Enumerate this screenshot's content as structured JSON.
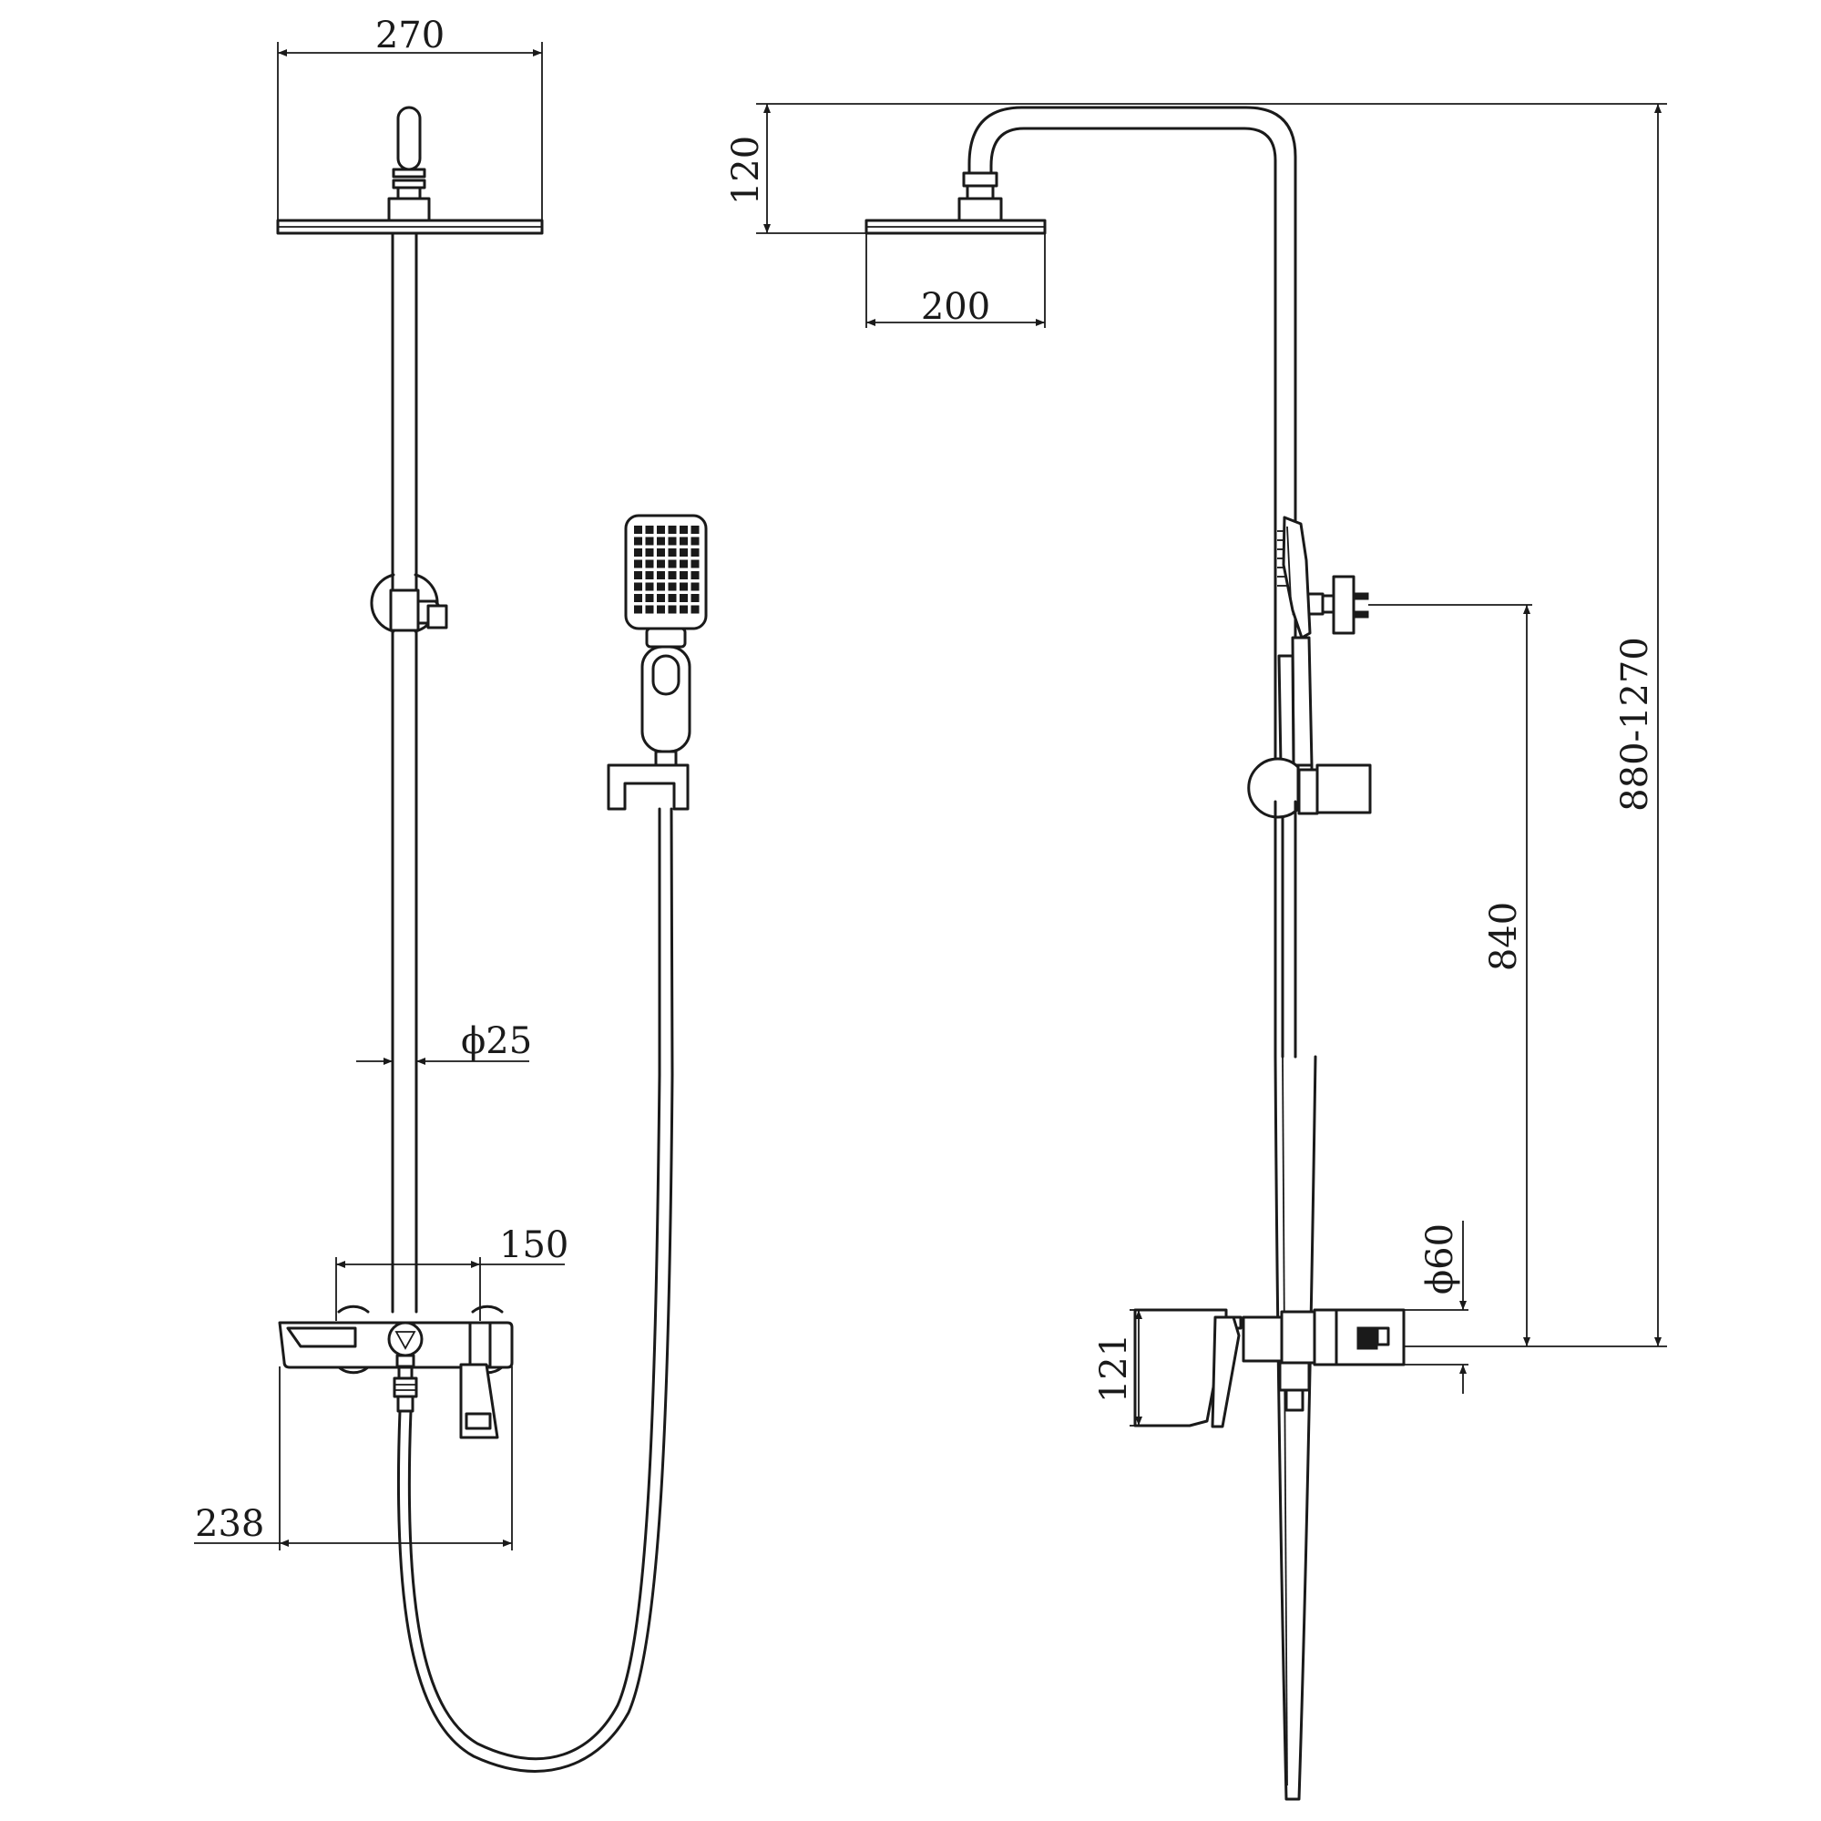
{
  "drawing": {
    "dimensions": {
      "head_width_front": "270",
      "head_width_side": "200",
      "arm_height": "120",
      "pipe_diameter": "ϕ25",
      "inlet_spacing": "150",
      "mixer_width": "238",
      "height_range": "880-1270",
      "holder_height": "840",
      "escutcheon_diameter": "ϕ60",
      "mixer_height": "121"
    }
  }
}
